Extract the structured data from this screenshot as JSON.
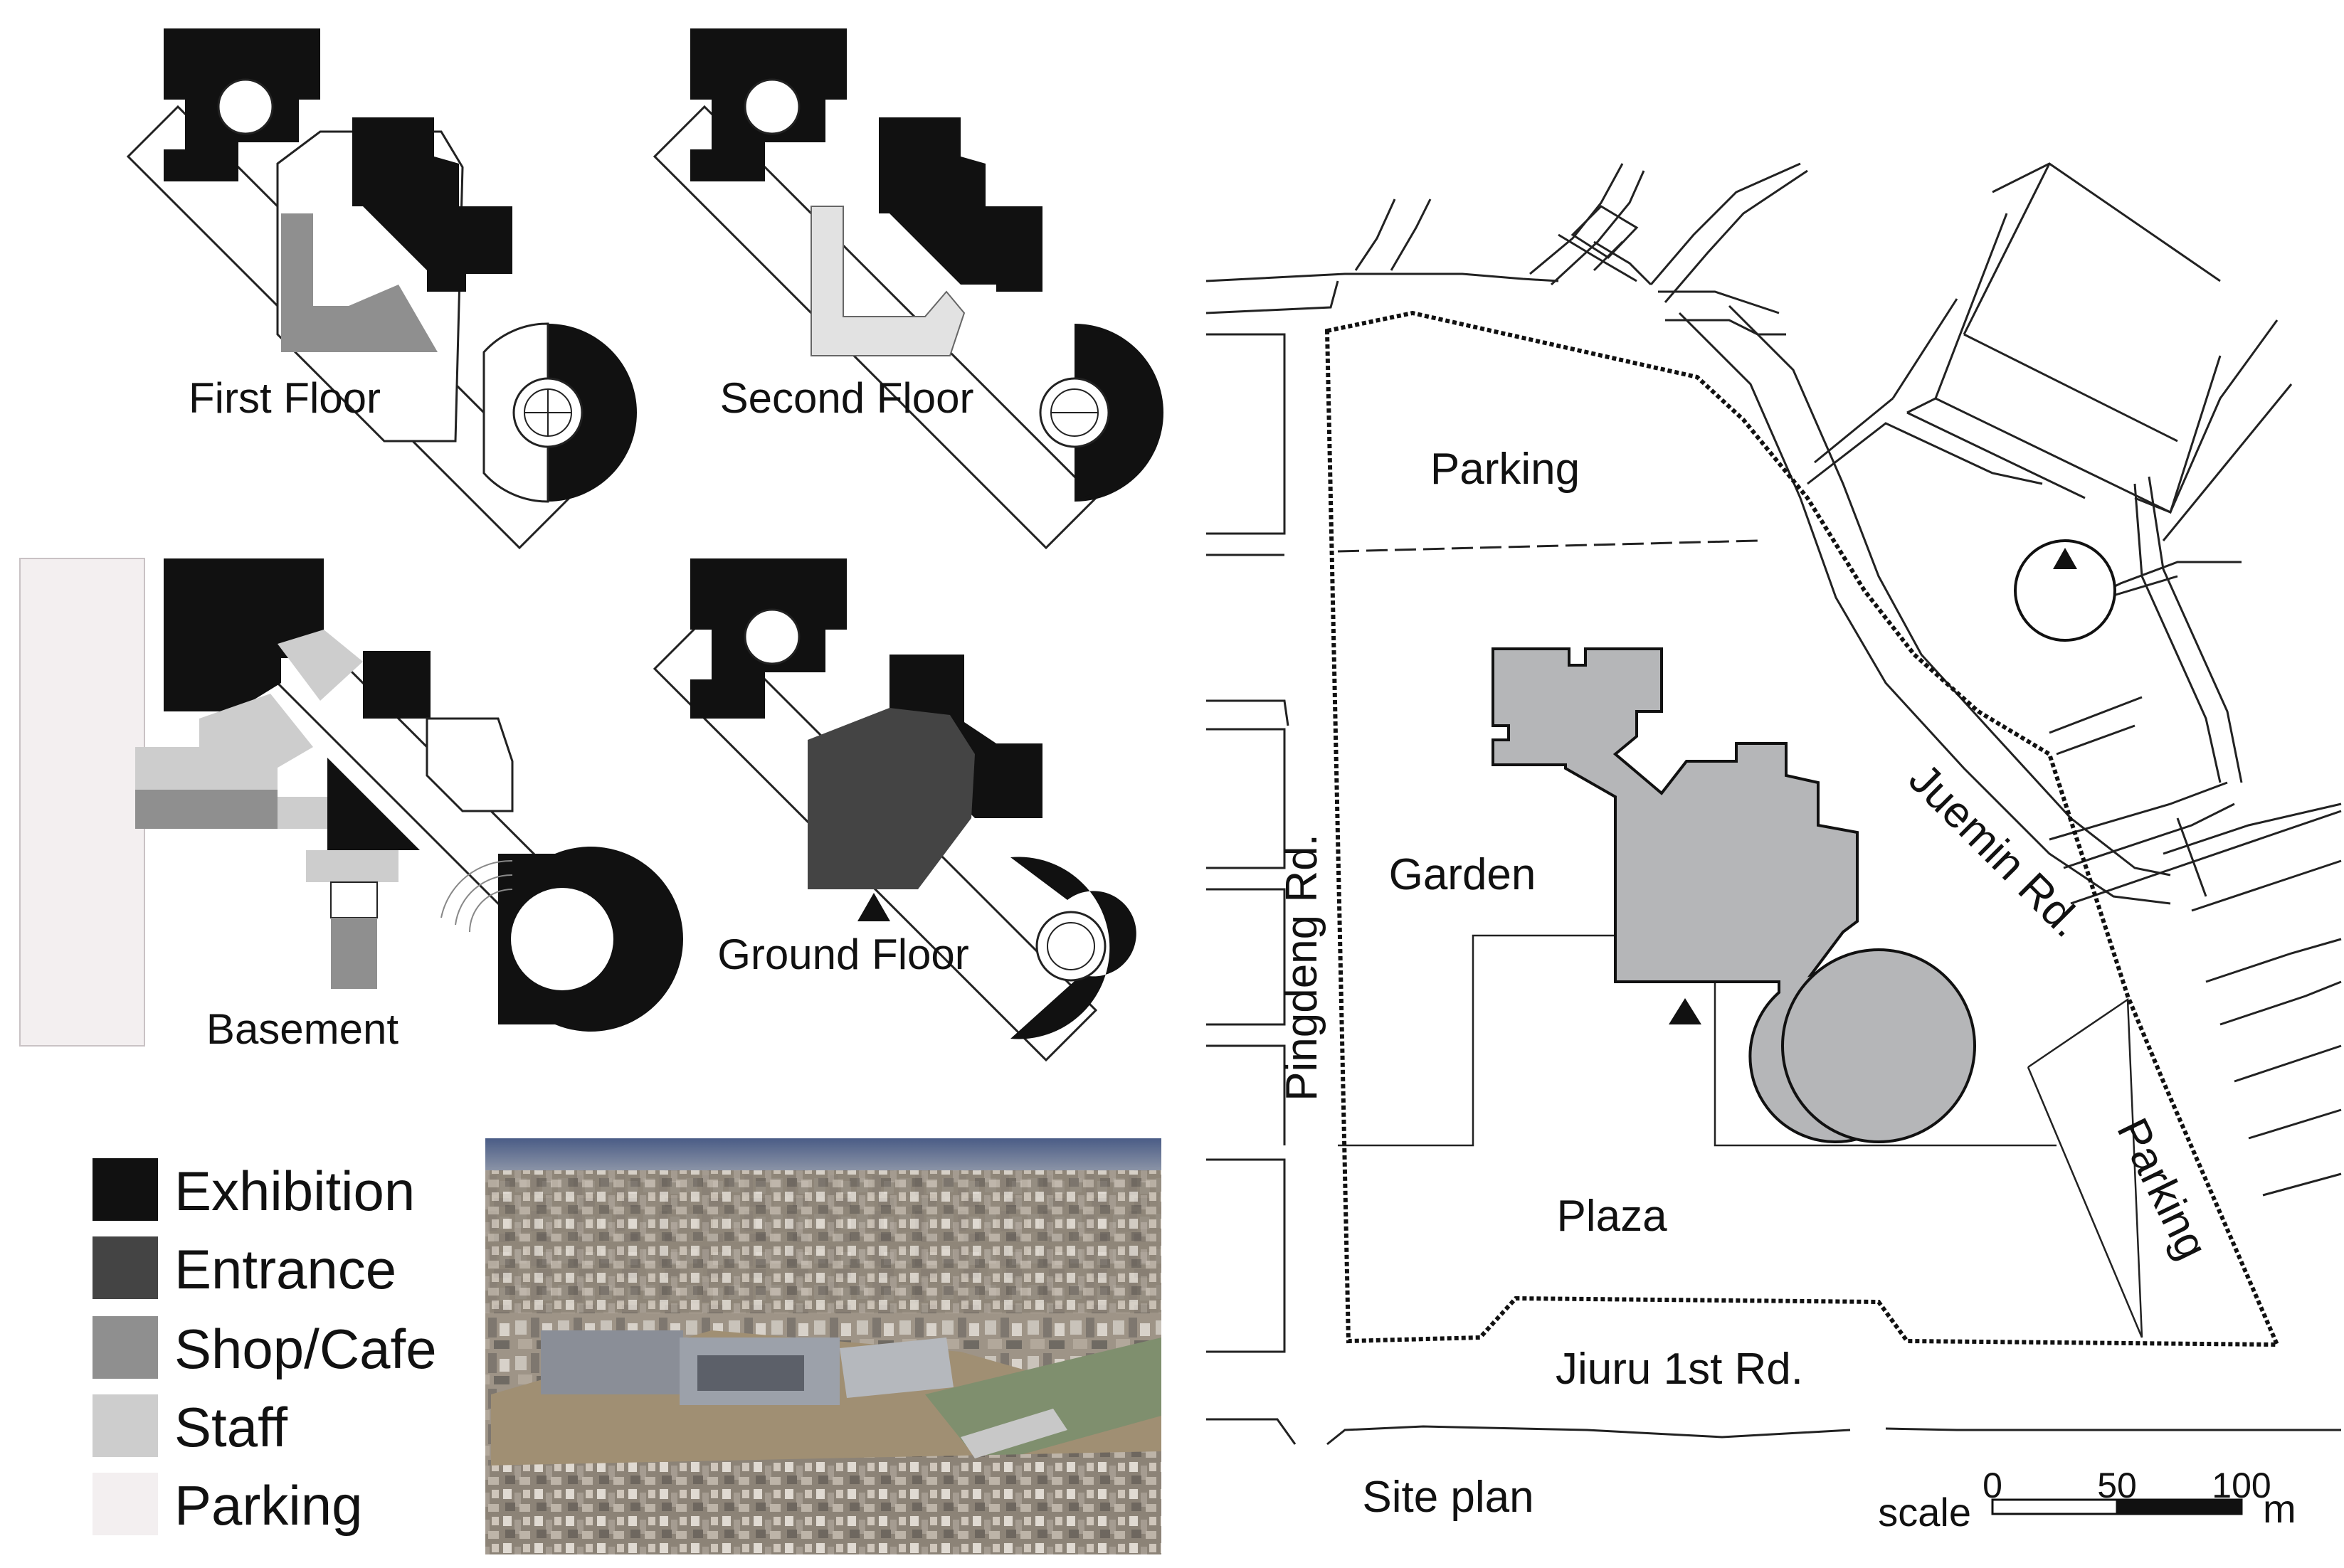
{
  "floor_labels": {
    "first": "First Floor",
    "second": "Second Floor",
    "basement": "Basement",
    "ground": "Ground Floor"
  },
  "legend": [
    {
      "label": "Exhibition",
      "color": "#111111"
    },
    {
      "label": "Entrance",
      "color": "#444444"
    },
    {
      "label": "Shop/Cafe",
      "color": "#8f8f8f"
    },
    {
      "label": "Staff",
      "color": "#cdcdcd"
    },
    {
      "label": "Parking",
      "color": "#f3eff0"
    }
  ],
  "site": {
    "parking_top": "Parking",
    "garden": "Garden",
    "plaza": "Plaza",
    "parking_right": "Parking",
    "road_left": "Pingdeng Rd.",
    "road_right": "Juemin Rd.",
    "road_bottom": "Jiuru 1st Rd.",
    "title": "Site plan"
  },
  "scale": {
    "label": "scale",
    "ticks": [
      "0",
      "50",
      "100"
    ],
    "unit": "m"
  },
  "colors": {
    "building_gray": "#b5b6b8",
    "exhibition": "#111111",
    "entrance": "#444444",
    "shop": "#8f8f8f",
    "staff": "#cdcdcd",
    "parking": "#f3eff0"
  },
  "photo": {
    "icon": "aerial-photo-museum"
  }
}
